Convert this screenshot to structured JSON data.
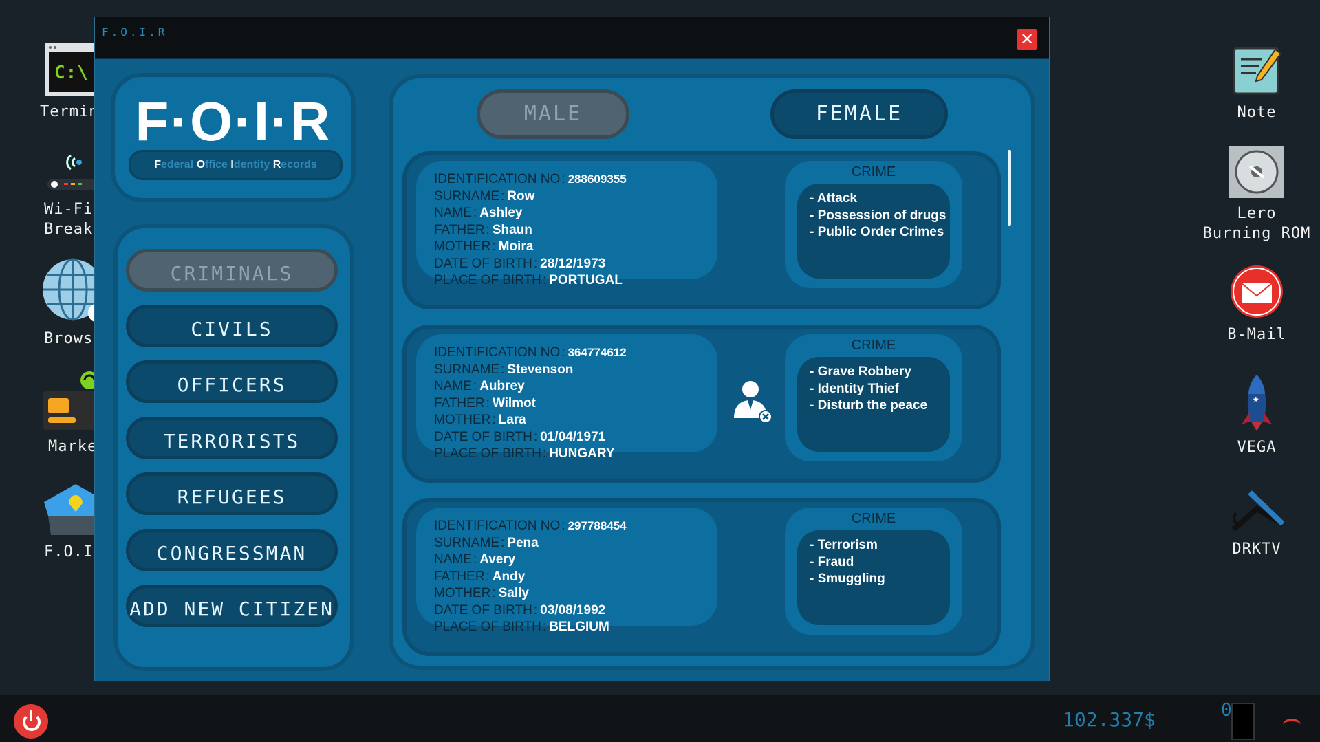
{
  "desktop": {
    "left_icons": [
      {
        "label": "Termin",
        "icon": "terminal-icon"
      },
      {
        "label": "Wi-Fi Breake",
        "icon": "wifi-breaker-icon"
      },
      {
        "label": "Browse",
        "icon": "globe-icon"
      },
      {
        "label": "Marke",
        "icon": "card-market-icon"
      },
      {
        "label": "F.O.I.",
        "icon": "police-badge-icon"
      }
    ],
    "right_icons": [
      {
        "label": "Note",
        "icon": "notepad-icon"
      },
      {
        "label": "Lero Burning ROM",
        "icon": "disc-icon"
      },
      {
        "label": "B-Mail",
        "icon": "mail-icon"
      },
      {
        "label": "VEGA",
        "icon": "rocket-icon"
      },
      {
        "label": "DRKTV",
        "icon": "drktv-icon"
      }
    ],
    "terminal_glyph": "C:\\"
  },
  "taskbar": {
    "money": "102.337$",
    "counter": "0"
  },
  "window": {
    "title": "F.O.I.R",
    "close": "✕",
    "logo": {
      "main": "F·O·I·R",
      "sub_letters": [
        "F",
        "ederal ",
        "O",
        "ffice ",
        "I",
        "dentity ",
        "R",
        "ecords"
      ]
    },
    "menu": [
      "CRIMINALS",
      "CIVILS",
      "OFFICERS",
      "TERRORISTS",
      "REFUGEES",
      "CONGRESSMAN",
      "ADD NEW CITIZEN"
    ],
    "active_menu": "CRIMINALS",
    "gender": {
      "male": "MALE",
      "female": "FEMALE",
      "active": "MALE"
    },
    "field_labels": {
      "id": "IDENTIFICATION NO",
      "surname": "SURNAME",
      "name": "NAME",
      "father": "FATHER",
      "mother": "MOTHER",
      "dob": "DATE OF BIRTH",
      "pob": "PLACE OF BIRTH",
      "crime": "CRIME",
      "sep": ":"
    },
    "records": [
      {
        "id": "288609355",
        "surname": "Row",
        "name": "Ashley",
        "father": "Shaun",
        "mother": "Moira",
        "dob": "28/12/1973",
        "pob": "PORTUGAL",
        "crimes": [
          "- Attack",
          "- Possession of drugs",
          "- Public Order Crimes"
        ]
      },
      {
        "id": "364774612",
        "surname": "Stevenson",
        "name": "Aubrey",
        "father": "Wilmot",
        "mother": "Lara",
        "dob": "01/04/1971",
        "pob": "HUNGARY",
        "crimes": [
          "- Grave Robbery",
          "- Identity Thief",
          "- Disturb the peace"
        ]
      },
      {
        "id": "297788454",
        "surname": "Pena",
        "name": "Avery",
        "father": "Andy",
        "mother": "Sally",
        "dob": "03/08/1992",
        "pob": "BELGIUM",
        "crimes": [
          "- Terrorism",
          "- Fraud",
          "- Smuggling"
        ]
      }
    ]
  }
}
